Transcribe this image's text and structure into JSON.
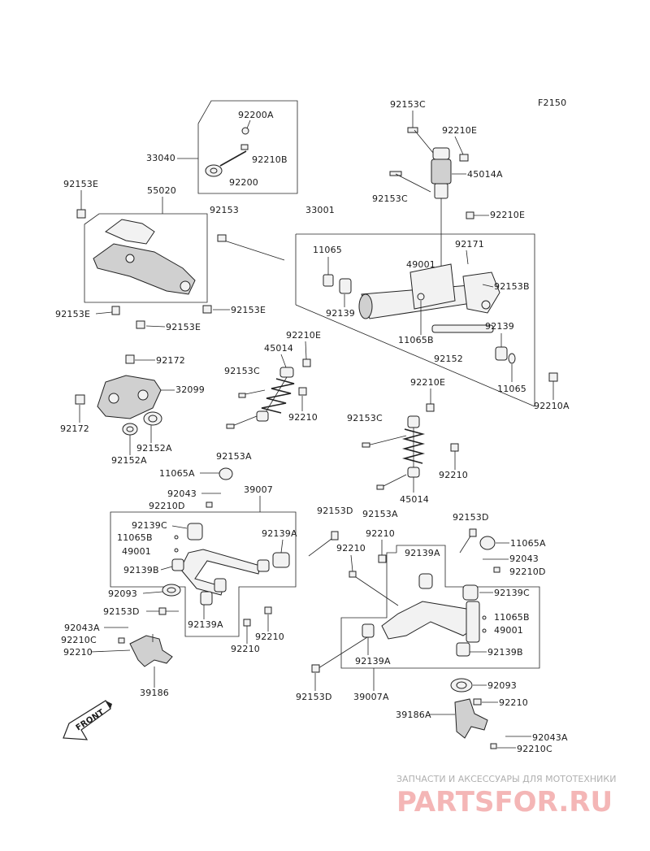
{
  "figure_code": "F2150",
  "watermark": {
    "tagline": "ЗАПЧАСТИ И АКСЕССУАРЫ ДЛЯ МОТОТЕХНИКИ",
    "logo_text": "PARTSFOR.RU"
  },
  "front_arrow": "FRONT",
  "labels": {
    "l1": "92153C",
    "l2": "92210E",
    "l3": "45014A",
    "l4": "92153C",
    "l5": "92210E",
    "l6": "92200A",
    "l7": "33040",
    "l8": "92210B",
    "l9": "92200",
    "l10": "92153E",
    "l11": "55020",
    "l12": "92153",
    "l13": "33001",
    "l14": "11065",
    "l15": "92171",
    "l16": "49001",
    "l17": "92153B",
    "l18": "92139",
    "l19": "11065B",
    "l20": "92139",
    "l21": "92152",
    "l22": "11065",
    "l23": "92210A",
    "l24": "92153E",
    "l25": "92153E",
    "l26": "92153E",
    "l27": "92210E",
    "l28": "45014",
    "l29": "92153C",
    "l30": "92210",
    "l31": "92153A",
    "l32": "92172",
    "l33": "32099",
    "l34": "92172",
    "l35": "92152A",
    "l36": "92152A",
    "l37": "92210E",
    "l38": "92153C",
    "l39": "92210",
    "l40": "45014",
    "l41": "92153A",
    "l42": "11065A",
    "l43": "92043",
    "l44": "92210D",
    "l45": "39007",
    "l46": "92153D",
    "l47": "92139C",
    "l48": "11065B",
    "l49": "49001",
    "l50": "92139A",
    "l51": "92139B",
    "l52": "92093",
    "l53": "92153D",
    "l54": "92139A",
    "l55": "92043A",
    "l56": "92210C",
    "l57": "92210",
    "l58": "92210",
    "l59": "92210",
    "l60": "39186",
    "l61": "92210",
    "l62": "92210",
    "l63": "92139A",
    "l64": "92153D",
    "l65": "11065A",
    "l66": "92043",
    "l67": "92210D",
    "l68": "92139C",
    "l69": "11065B",
    "l70": "49001",
    "l71": "92139B",
    "l72": "92139A",
    "l73": "92153D",
    "l74": "39007A",
    "l75": "92093",
    "l76": "92210",
    "l77": "39186A",
    "l78": "92043A",
    "l79": "92210C"
  }
}
